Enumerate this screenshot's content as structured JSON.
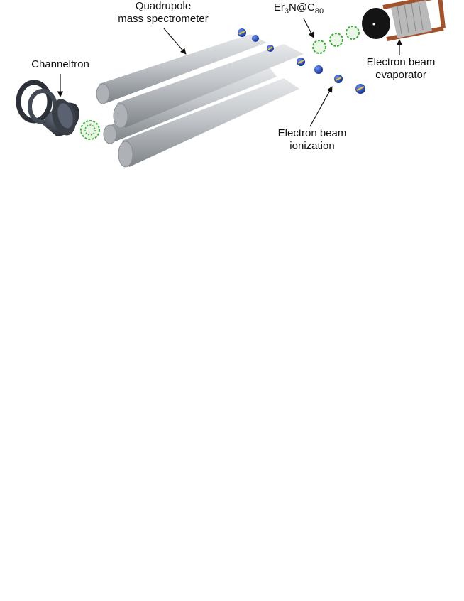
{
  "labels": {
    "quadrupole_line1": "Quadrupole",
    "quadrupole_line2": "mass spectrometer",
    "channeltron": "Channeltron",
    "ionization_line1": "Electron beam",
    "ionization_line2": "ionization",
    "evaporator_line1": "Electron beam",
    "evaporator_line2": "evaporator",
    "molecule": {
      "prefix": "Er",
      "sub1": "3",
      "mid": "N@C",
      "sub2": "80"
    }
  },
  "colors": {
    "rod": "#b8bcc0",
    "rod_shadow": "#7f8488",
    "channeltron": "#3a3f47",
    "fullerene": "#3fae3a",
    "ion_blue": "#1b3fae",
    "ion_yellow": "#e8c53a",
    "evaporator_copper": "#a0522d",
    "evaporator_black": "#141414"
  }
}
